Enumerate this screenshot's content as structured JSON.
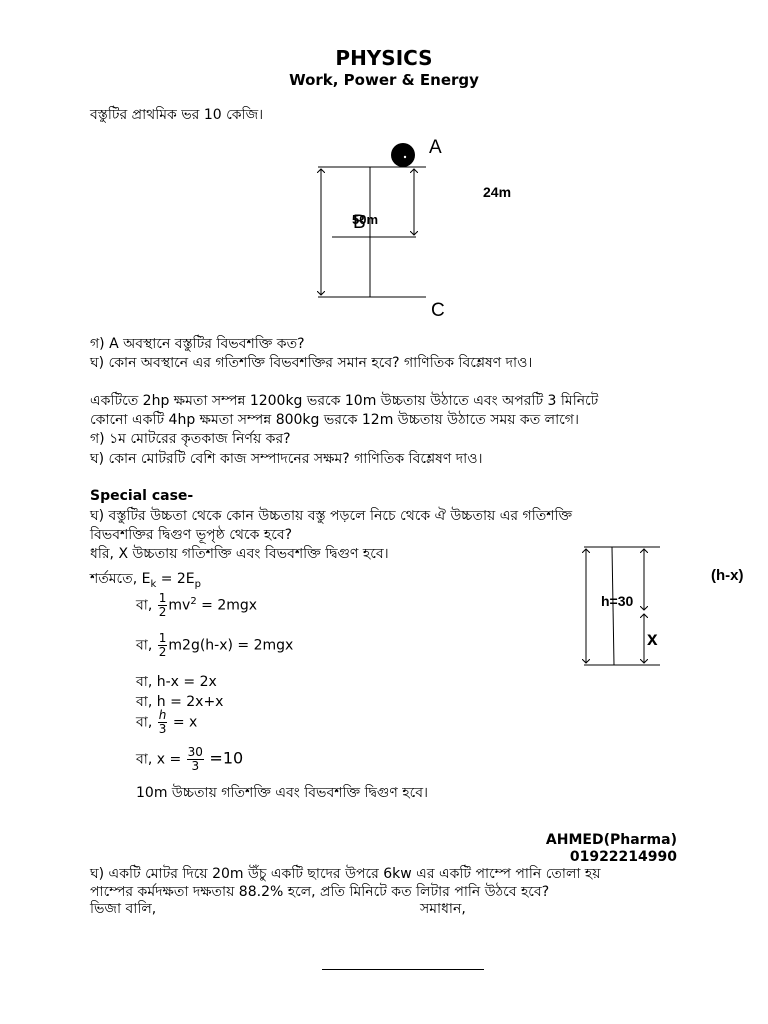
{
  "header": {
    "title": "PHYSICS",
    "subtitle": "Work, Power & Energy"
  },
  "problem1": {
    "intro": "বস্তুটির প্রাথমিক ভর‌ 10 কেজি।",
    "diagram": {
      "label_a": "A",
      "label_b": "B",
      "label_c": "C",
      "label_24m": "24m",
      "label_50m": "50m"
    },
    "q_ga": "গ) A অবস্থানে বস্তুটির বিভবশক্তি কত?",
    "q_gha": "ঘ) কোন অবস্থানে এর গতিশক্তি বিভবশক্তির সমান হবে? গাণিতিক বিশ্লেষণ দাও।"
  },
  "problem2": {
    "line1": "একটিতে 2hp ক্ষমতা সম্পন্ন 1200kg ভরকে 10m উচ্চতায় উঠাতে এবং অপরটি 3 মিনিটে",
    "line2": "কোনো একটি 4hp ক্ষমতা সম্পন্ন 800kg ভরকে 12m উচ্চতায় উঠাতে সময় কত লাগে।",
    "q_ga": "গ) ১ম মোটরের কৃতকাজ নির্ণয় কর?",
    "q_gha": "ঘ) কোন মোটরটি বেশি কাজ সম্পাদনের সক্ষম? গাণিতিক বিশ্লেষণ দাও।"
  },
  "special": {
    "heading": "Special case-",
    "q_line1": "ঘ) বস্তুটির উচ্চতা থেকে কোন উচ্চতায় বস্তু পড়লে নিচে থেকে ঐ উচ্চতায় এর গতিশক্তি",
    "q_line2": "বিভবশক্তির দ্বিগুণ ভূপৃষ্ঠ থেকে হবে?",
    "sol_line": "ধরি, X উচ্চতায় গতিশক্তি এবং বিভবশক্তি দ্বিগুণ হবে।",
    "step0_prefix": "শর্তমতে, E",
    "step0_sub_k": "k",
    "step0_mid": " = 2E",
    "step0_sub_p": "p",
    "step_prefix": "বা,",
    "frac_one": "1",
    "frac_two": "2",
    "step1_rest": "mv",
    "step1_sup": "2",
    "step1_end": " = 2mgx",
    "step2_rest": "m2g(h-x) = 2mgx",
    "step3": "বা, h-x = 2x",
    "step4": "বা, h = 2x+x",
    "frac_h": "h",
    "frac_3": "3",
    "step5_end": " = x",
    "step6_pre": "বা, x =",
    "frac_30": "30",
    "step6_end": "=10",
    "conclusion": "10m উচ্চতায় গতিশক্তি এবং বিভবশক্তি দ্বিগুণ হবে।",
    "diagram": {
      "label_h30": "h=30",
      "label_hx": "(h-x)",
      "label_x": "x"
    }
  },
  "signature": {
    "name": "AHMED(Pharma)",
    "phone": "01922214990"
  },
  "problem3": {
    "line1": "ঘ) একটি মোটর দিয়ে 20m উঁচু একটি ছাদের উপরে 6kw এর একটি পাম্পে পানি তোলা হয়",
    "line2": "পাম্পের কর্মদক্ষতা দক্ষতায় 88.2% হলে, প্রতি মিনিটে কত লিটার পানি উঠবে হবে?",
    "line3_left": "ভিজা বালি,",
    "line3_right": "সমাধান,"
  }
}
